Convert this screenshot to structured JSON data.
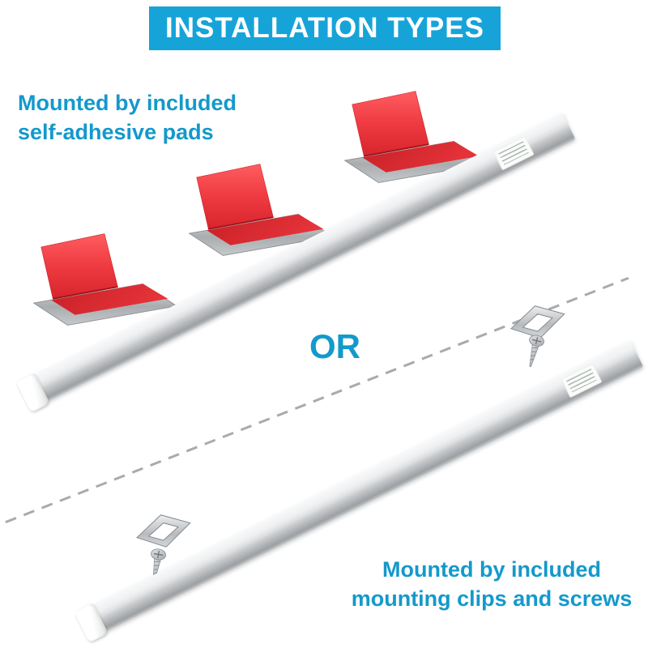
{
  "banner": {
    "title": "INSTALLATION TYPES"
  },
  "adhesive_section": {
    "caption_line1": "Mounted by included",
    "caption_line2": "self-adhesive pads"
  },
  "divider": {
    "label": "OR"
  },
  "clips_section": {
    "caption_line1": "Mounted by included",
    "caption_line2": "mounting clips and screws"
  },
  "figures": {
    "adhesive_pads_count": 3,
    "mounting_clips_count": 2,
    "screws_count": 2,
    "led_bars_count": 2
  },
  "colors": {
    "accent_text": "#1499cb",
    "banner_bg": "#16a4d8",
    "pad_red": "#e62e34",
    "bar_metal": "#d7d9db"
  }
}
